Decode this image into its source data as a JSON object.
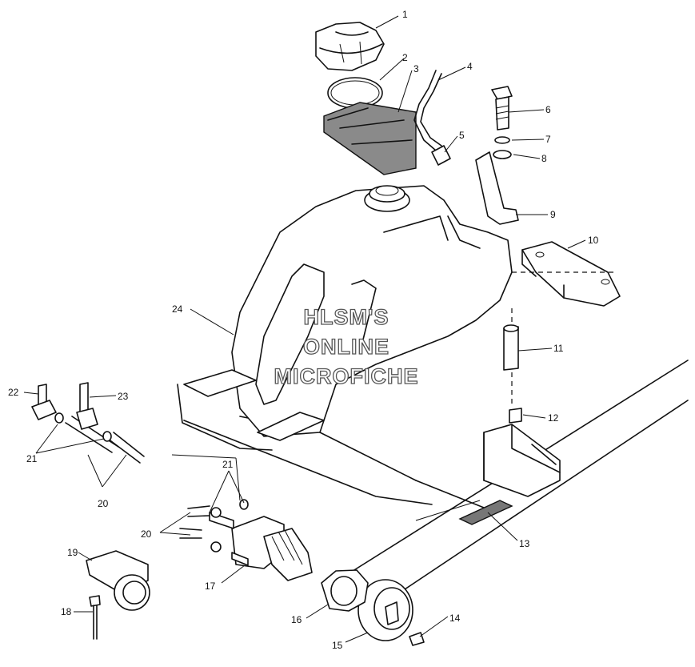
{
  "diagram": {
    "watermark": [
      "HLSM'S",
      "ONLINE",
      "MICROFICHE"
    ],
    "callouts": [
      "1",
      "2",
      "3",
      "4",
      "5",
      "6",
      "7",
      "8",
      "9",
      "10",
      "11",
      "12",
      "13",
      "14",
      "15",
      "16",
      "17",
      "18",
      "19",
      "20",
      "20",
      "21",
      "21",
      "21",
      "22",
      "23",
      "24"
    ]
  },
  "colors": {
    "line": "#111111",
    "background": "#ffffff",
    "hatch": "#777777",
    "watermark_outline": "#555555"
  }
}
